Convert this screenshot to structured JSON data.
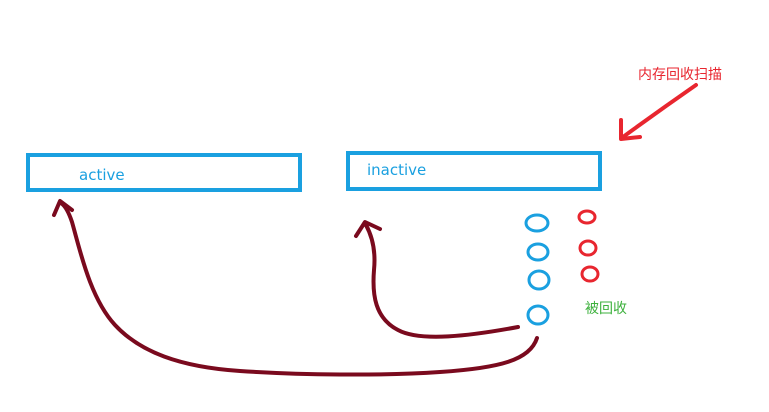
{
  "boxes": {
    "active": "active",
    "inactive": "inactive"
  },
  "annotations": {
    "memory_scan": "内存回收扫描",
    "recycled": "被回收"
  },
  "colors": {
    "box_blue": "#1aa0e0",
    "scan_red": "#e8262f",
    "recycled_green": "#3cb03c",
    "arrow_dark_red": "#7a0a1e"
  }
}
